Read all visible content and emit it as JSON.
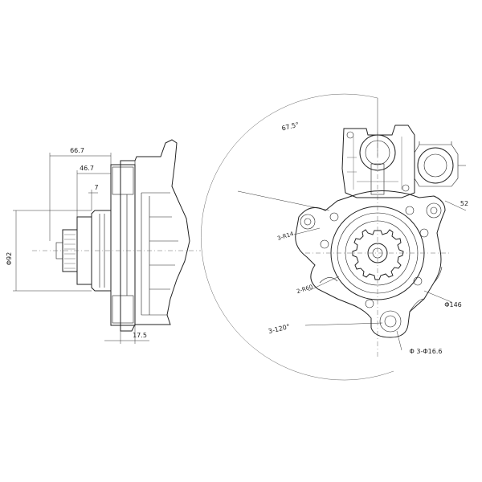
{
  "dimensions": {
    "side_view": {
      "overall_length": "66.7",
      "flange_to_pinion": "46.7",
      "pinion_width": "7",
      "pinion_diameter": "Φ92",
      "flange_thickness": "17.5"
    },
    "front_view": {
      "mount_angle": "67.5°",
      "bolt_pattern": "3-120°",
      "offset": "52",
      "radius_a": "3-R14",
      "radius_b": "2-R60",
      "pilot_diameter": "Φ146",
      "mount_holes": "Φ 3-Φ16.6"
    }
  },
  "colors": {
    "line": "#222222",
    "background": "#ffffff"
  }
}
